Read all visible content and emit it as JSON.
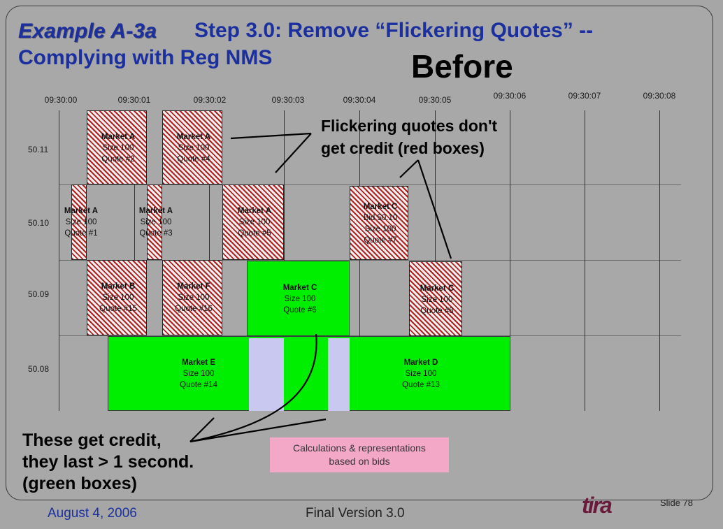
{
  "title": {
    "example": "Example A-3a",
    "step": "Step 3.0: Remove “Flickering Quotes” --",
    "line2": "Complying with Reg NMS",
    "before": "Before"
  },
  "diagram": {
    "times": [
      "09:30:00",
      "09:30:01",
      "09:30:02",
      "09:30:03",
      "09:30:04",
      "09:30:05",
      "09:30:06",
      "09:30:07",
      "09:30:08"
    ],
    "prices": [
      "50.11",
      "50.10",
      "50.09",
      "50.08"
    ],
    "boxes": [
      {
        "l1": "Market A",
        "l2": "Size 100",
        "l3": "Quote #2"
      },
      {
        "l1": "Market A",
        "l2": "Size 100",
        "l3": "Quote #4"
      },
      {
        "l1": "Market A",
        "l2": "Size 100",
        "l3": "Quote #1"
      },
      {
        "l1": "Market A",
        "l2": "Size 100",
        "l3": "Quote #3"
      },
      {
        "l1": "Market A",
        "l2": "Size 100",
        "l3": "Quote #5"
      },
      {
        "l1": "Market C",
        "l2": "Bid 50.10",
        "l3": "Size 100",
        "l4": "Quote #7"
      },
      {
        "l1": "Market B",
        "l2": "Size 100",
        "l3": "Quote #15"
      },
      {
        "l1": "Market F",
        "l2": "Size 100",
        "l3": "Quote #16"
      },
      {
        "l1": "Market C",
        "l2": "Size 100",
        "l3": "Quote #6"
      },
      {
        "l1": "Market C",
        "l2": "Size 100",
        "l3": "Quote #8"
      },
      {
        "l1": "Market E",
        "l2": "Size 100",
        "l3": "Quote #14"
      },
      {
        "l1": "Market D",
        "l2": "Size 100",
        "l3": "Quote #13"
      }
    ]
  },
  "notes": {
    "flicker1": "Flickering quotes don't",
    "flicker2": "get credit (red boxes)",
    "credit1": "These get credit,",
    "credit2": "they last > 1 second.",
    "credit3": "(green boxes)"
  },
  "calc_box": {
    "line1": "Calculations & representations",
    "line2": "based on bids"
  },
  "footer": {
    "date": "August 4, 2006",
    "version": "Final Version 3.0",
    "slide": "Slide 78",
    "logo": "tira"
  },
  "colors": {
    "title": "#1b2f9e",
    "hatch": "#b22020",
    "green": "#00ee00",
    "lavender": "#c8c8f0",
    "pink": "#f4a8c8"
  }
}
